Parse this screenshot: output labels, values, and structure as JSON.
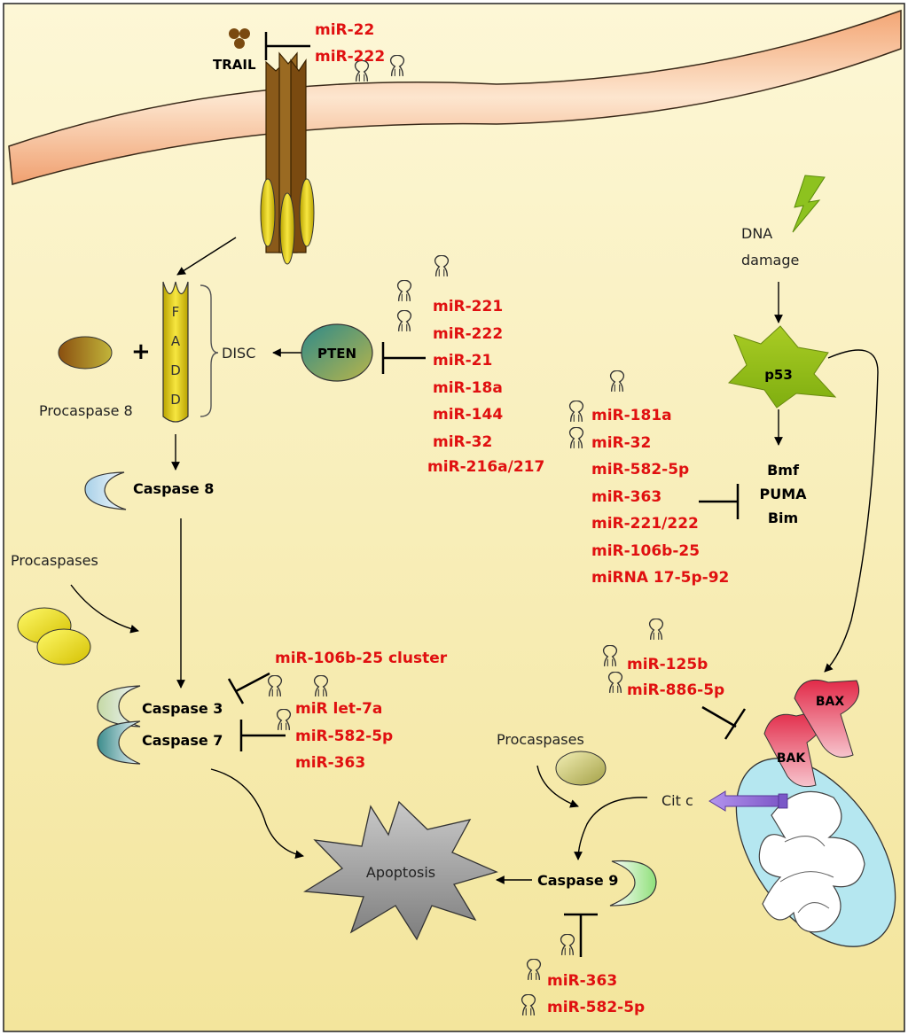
{
  "colors": {
    "background_top": "#fdf6d3",
    "background_bottom": "#f3e69e",
    "membrane": "#f7b487",
    "mirna_text": "#e01010",
    "receptor": "#7a4a10",
    "fadd": "#e8d100",
    "pten": "#4f9a7c",
    "p53": "#99c21a",
    "lightning": "#8dc21f",
    "bax_bak": "#e8415c",
    "mitochondria": "#b7e8f0",
    "cyt_c_arrow": "#a07de0",
    "apoptosis": "#9a9a9a"
  },
  "icons": [
    "trail-ligand-icon",
    "mirna-hairpin-icon",
    "lightning-icon",
    "receptor-icon",
    "mitochondrion-icon"
  ],
  "labels": {
    "trail": "TRAIL",
    "fadd_letters": [
      "F",
      "A",
      "D",
      "D"
    ],
    "plus": "+",
    "procaspase8": "Procaspase 8",
    "disc": "DISC",
    "pten": "PTEN",
    "caspase8": "Caspase 8",
    "procaspases_left": "Procaspases",
    "caspase3": "Caspase 3",
    "caspase7": "Caspase 7",
    "apoptosis": "Apoptosis",
    "caspase9": "Caspase 9",
    "procaspases_mid": "Procaspases",
    "cit_c": "Cit c",
    "dna_damage": [
      "DNA",
      "damage"
    ],
    "p53": "p53",
    "bcl2_targets": [
      "Bmf",
      "PUMA",
      "Bim"
    ],
    "bax": "BAX",
    "bak": "BAK"
  },
  "mirna_groups": {
    "trail": [
      "miR-22",
      "miR-222"
    ],
    "pten": [
      "miR-221",
      "miR-222",
      "miR-21",
      "miR-18a",
      "miR-144",
      "miR-32",
      "miR-216a/217"
    ],
    "bh3": [
      "miR-181a",
      "miR-32",
      "miR-582-5p",
      "miR-363",
      "miR-221/222",
      "miR-106b-25",
      "miRNA 17-5p-92"
    ],
    "casp3_cluster": "miR-106b-25 cluster",
    "casp7": [
      "miR let-7a",
      "miR-582-5p",
      "miR-363"
    ],
    "bax": [
      "miR-125b",
      "miR-886-5p"
    ],
    "casp9": [
      "miR-363",
      "miR-582-5p"
    ]
  }
}
